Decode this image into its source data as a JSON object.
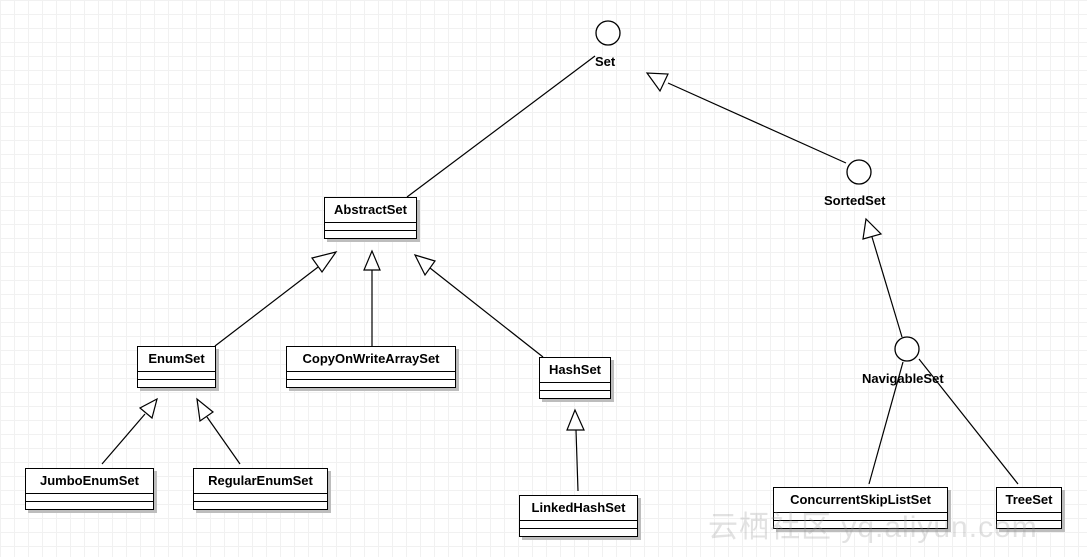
{
  "interfaces": {
    "set": "Set",
    "sorted_set": "SortedSet",
    "navigable_set": "NavigableSet"
  },
  "classes": {
    "abstract_set": "AbstractSet",
    "enum_set": "EnumSet",
    "copy_on_write_array_set": "CopyOnWriteArraySet",
    "hash_set": "HashSet",
    "jumbo_enum_set": "JumboEnumSet",
    "regular_enum_set": "RegularEnumSet",
    "linked_hash_set": "LinkedHashSet",
    "concurrent_skip_list_set": "ConcurrentSkipListSet",
    "tree_set": "TreeSet"
  },
  "watermark": "云栖社区 yq.aliyun.com"
}
